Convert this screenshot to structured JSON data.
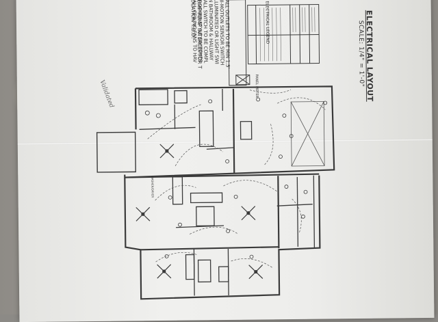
{
  "drawing": {
    "title": "ELECTRICAL LAYOUT",
    "scale": "SCALE: 1/4\" = 1'-0\"",
    "legend_title": "ELECTRICAL LEGEND",
    "notes": {
      "sump": "SUMP PUMP INTERCEPTOR T\nLOCATION T.B.D.",
      "outlets": "*ALL OUTLETS TO BE MIN 1.5'\nHI-MOTION SENSOR SWITCH\nILLUMINATED OR LIGHT SWI\nIN BATHROOM & HALLWAY\n*ALL SWITCH TO BE COMPL\n*ROCKER STYLE SWITCHES\n*ALL CEILING FANS TO HAV"
    },
    "handwriting": "Validated",
    "labels": {
      "panel": "PANEL METER",
      "washer_dryer": "WASHER/DRYER"
    }
  },
  "colors": {
    "paper": "#eeeeec",
    "ink": "#3a3a3a",
    "pencil": "#555"
  }
}
